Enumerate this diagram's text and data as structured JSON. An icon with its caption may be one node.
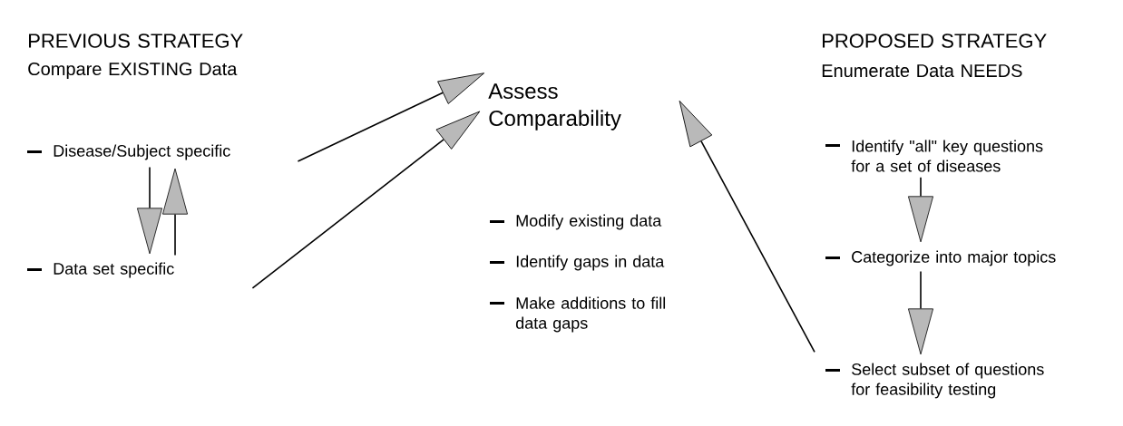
{
  "diagram": {
    "nodes": [
      {
        "text": [
          "Disease/Subject specific"
        ]
      },
      {
        "text": [
          "Data set specific"
        ]
      },
      {
        "text": [
          "Assess Comparability"
        ]
      },
      {
        "text": [
          "Identify \"all\" key questions for a set of diseases"
        ]
      },
      {
        "text": [
          "Categorize into major topics"
        ]
      },
      {
        "text": [
          "Select subset of questions for feasibility testing"
        ]
      }
    ],
    "edges": [
      {
        "from": 0,
        "to": 1,
        "arrow": "to"
      },
      {
        "from": 1,
        "to": 0,
        "arrow": "to"
      },
      {
        "from": 0,
        "to": 2,
        "arrow": "to"
      },
      {
        "from": 1,
        "to": 2,
        "arrow": "to"
      },
      {
        "from": 3,
        "to": 4,
        "arrow": "to"
      },
      {
        "from": 4,
        "to": 5,
        "arrow": "to"
      },
      {
        "from": 5,
        "to": 2,
        "arrow": "to"
      }
    ],
    "labels": [
      "PREVIOUS STRATEGY",
      "Compare EXISTING Data",
      "PROPOSED STRATEGY",
      "Enumerate Data NEEDS",
      "Modify existing data",
      "Identify gaps in data",
      "Make additions to fill data gaps"
    ]
  }
}
